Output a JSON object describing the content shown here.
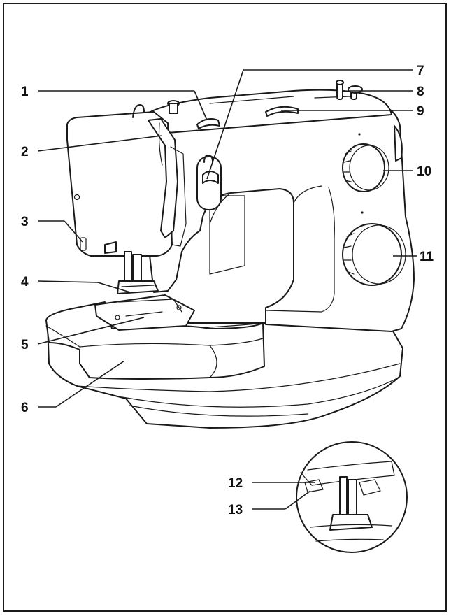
{
  "diagram": {
    "callouts": [
      {
        "id": "1",
        "label": "1"
      },
      {
        "id": "2",
        "label": "2"
      },
      {
        "id": "3",
        "label": "3"
      },
      {
        "id": "4",
        "label": "4"
      },
      {
        "id": "5",
        "label": "5"
      },
      {
        "id": "6",
        "label": "6"
      },
      {
        "id": "7",
        "label": "7"
      },
      {
        "id": "8",
        "label": "8"
      },
      {
        "id": "9",
        "label": "9"
      },
      {
        "id": "10",
        "label": "10"
      },
      {
        "id": "11",
        "label": "11"
      },
      {
        "id": "12",
        "label": "12"
      },
      {
        "id": "13",
        "label": "13"
      }
    ],
    "inset": "presser-foot-detail",
    "line_color": "#1a1a1a",
    "background_color": "#ffffff"
  }
}
